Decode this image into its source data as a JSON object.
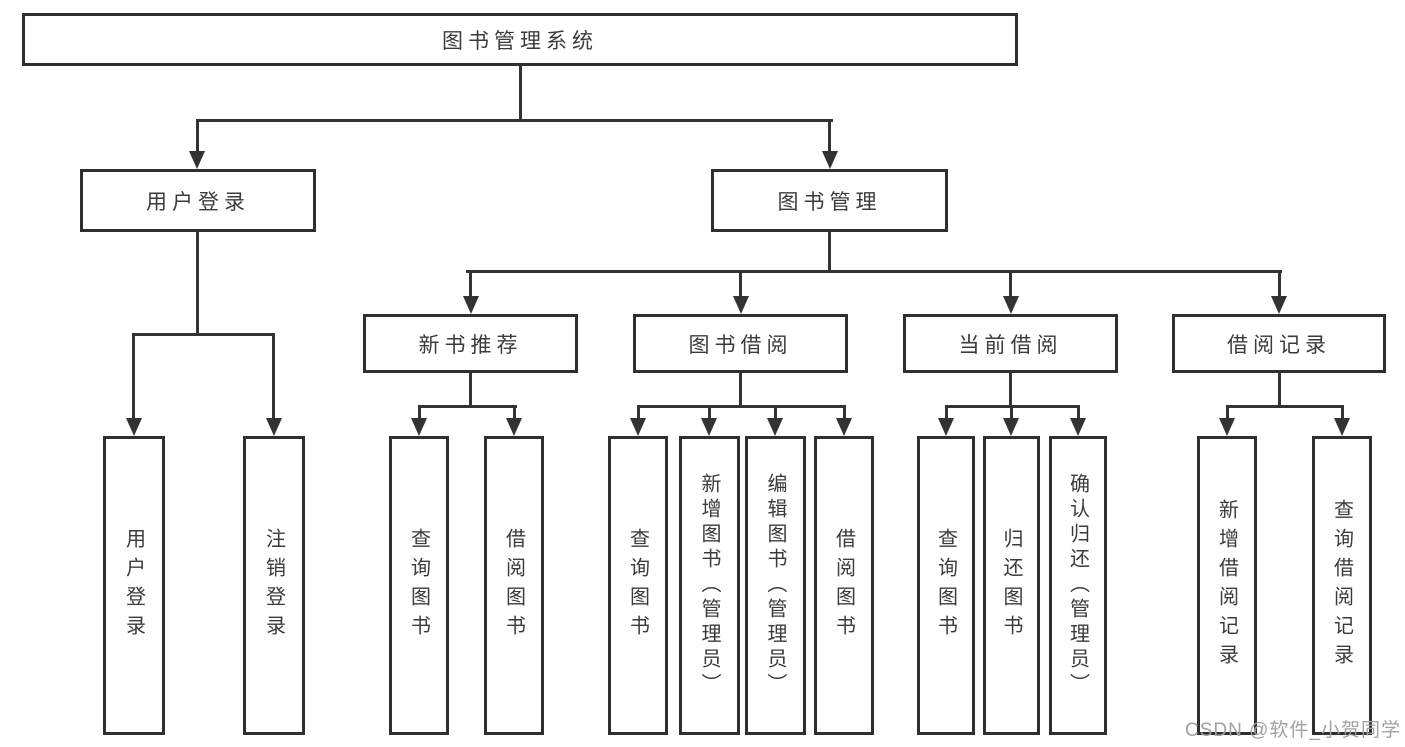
{
  "diagram": {
    "root": {
      "label": "图书管理系统",
      "children": [
        {
          "label": "用户登录",
          "children": [
            {
              "label": "用户登录"
            },
            {
              "label": "注销登录"
            }
          ]
        },
        {
          "label": "图书管理",
          "children": [
            {
              "label": "新书推荐",
              "children": [
                {
                  "label": "查询图书"
                },
                {
                  "label": "借阅图书"
                }
              ]
            },
            {
              "label": "图书借阅",
              "children": [
                {
                  "label": "查询图书"
                },
                {
                  "label": "新增图书（管理员）"
                },
                {
                  "label": "编辑图书（管理员）"
                },
                {
                  "label": "借阅图书"
                }
              ]
            },
            {
              "label": "当前借阅",
              "children": [
                {
                  "label": "查询图书"
                },
                {
                  "label": "归还图书"
                },
                {
                  "label": "确认归还（管理员）"
                }
              ]
            },
            {
              "label": "借阅记录",
              "children": [
                {
                  "label": "新增借阅记录"
                },
                {
                  "label": "查询借阅记录"
                }
              ]
            }
          ]
        }
      ]
    }
  },
  "watermark": "CSDN @软件_小贺同学",
  "colors": {
    "background": "#ffffff",
    "box_border": "#2e2f31",
    "line": "#333333",
    "text": "#3b3b3b",
    "watermark": "#a2a2a2"
  }
}
